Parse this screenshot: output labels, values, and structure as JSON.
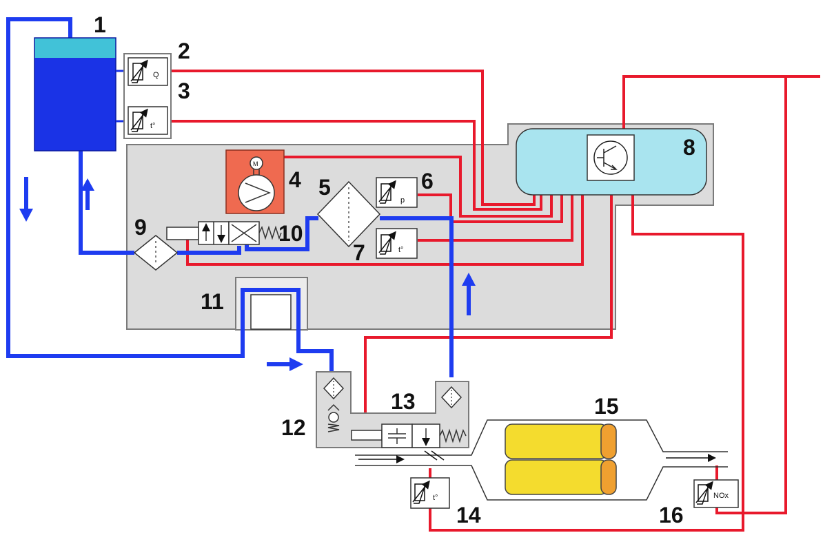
{
  "labels": {
    "n1": "1",
    "n2": "2",
    "n3": "3",
    "n4": "4",
    "n5": "5",
    "n6": "6",
    "n7": "7",
    "n8": "8",
    "n9": "9",
    "n10": "10",
    "n11": "11",
    "n12": "12",
    "n13": "13",
    "n14": "14",
    "n15": "15",
    "n16": "16"
  },
  "sensor_text": {
    "s2": "Q",
    "s3": "t°",
    "s6": "p",
    "s7": "t°",
    "s14": "t°",
    "s16": "NOx",
    "motor": "M"
  },
  "colors": {
    "hydraulic": "#1e3cf0",
    "electric": "#e8192c",
    "module": "#dcdcdc",
    "tank_liquid": "#1a33e6",
    "tank_top": "#41c2d8",
    "ecu": "#a9e4ef",
    "pump": "#ef6a50",
    "catalyst": "#f4dc2e",
    "catalyst_end": "#f0a030"
  }
}
